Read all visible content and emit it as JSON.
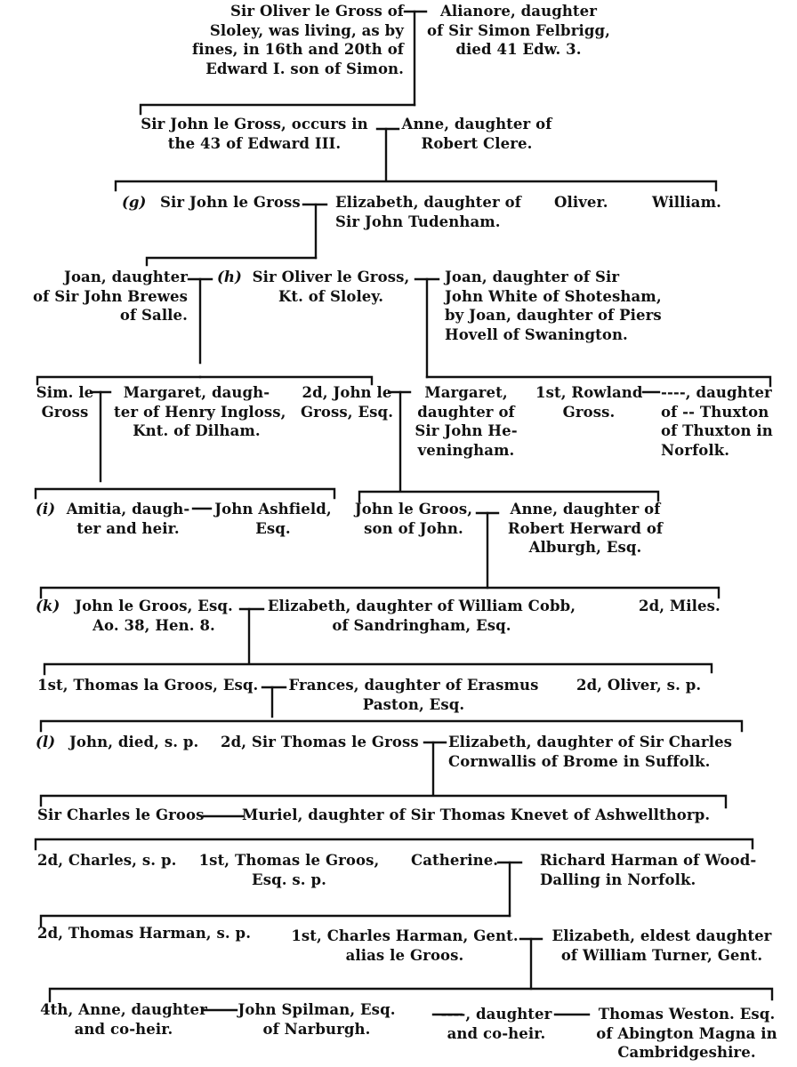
{
  "entries": {
    "oliver1": "Sir Oliver le Gross of\nSloley, was living, as by\nfines, in 16th and 20th of\nEdward I. son of Simon.",
    "alianore": "Alianore, daughter\nof Sir Simon Felbrigg,\ndied 41 Edw. 3.",
    "john1": "Sir John le Gross, occurs in\nthe 43 of Edward III.",
    "anne1": "Anne, daughter of\nRobert Clere.",
    "john2_mark": "(g)",
    "john2": "Sir John le Gross",
    "elizabeth1": "Elizabeth, daughter of\nSir John Tudenham.",
    "oliver_sib": "Oliver.",
    "william": "William.",
    "joan_brewes": "Joan, daughter\nof Sir John Brewes\nof Salle.",
    "oliver2_mark": "(h)",
    "oliver2": "Sir Oliver le Gross,\nKt. of Sloley.",
    "joan_white": "Joan, daughter of Sir\nJohn White of Shotesham,\nby Joan, daughter of Piers\nHovell of Swanington.",
    "sim": "Sim. le\nGross",
    "margaret_ingloss": "Margaret, daugh-\nter of Henry Ingloss,\nKnt. of Dilham.",
    "john_2d": "2d, John le\nGross, Esq.",
    "margaret_heveningham": "Margaret,\ndaughter of\nSir John He-\nveningham.",
    "rowland": "1st, Rowland\nGross.",
    "thuxton": "----, daughter\nof -- Thuxton\nof Thuxton in\nNorfolk.",
    "amitia_mark": "(i)",
    "amitia": "Amitia, daugh-\nter and heir.",
    "ashfield": "John Ashfield,\nEsq.",
    "john_groos1": "John le Groos,\nson of John.",
    "anne_herward": "Anne, daughter of\nRobert Herward of\nAlburgh, Esq.",
    "john_groos2_mark": "(k)",
    "john_groos2": "John le Groos, Esq.\nAo. 38, Hen. 8.",
    "elizabeth_cobb": "Elizabeth, daughter of William Cobb,\nof Sandringham, Esq.",
    "miles": "2d, Miles.",
    "thomas_la_groos": "1st, Thomas la Groos, Esq.",
    "frances": "Frances, daughter of Erasmus\nPaston, Esq.",
    "oliver_sp": "2d, Oliver, s. p.",
    "john_died_mark": "(l)",
    "john_died": "John, died, s. p.",
    "thomas_gross": "2d, Sir Thomas le Gross",
    "elizabeth_cornwallis": "Elizabeth, daughter of Sir Charles\nCornwallis of Brome in Suffolk.",
    "charles_groos": "Sir Charles le Groos",
    "muriel": "Muriel, daughter of Sir Thomas Knevet of Ashwellthorp.",
    "charles_2d": "2d, Charles, s. p.",
    "thomas_1st": "1st, Thomas le Groos,\nEsq. s. p.",
    "catherine": "Catherine.",
    "richard_harman": "Richard Harman of Wood-\nDalling in Norfolk.",
    "thomas_harman": "2d, Thomas Harman, s. p.",
    "charles_harman": "1st, Charles Harman, Gent.\nalias le Groos.",
    "elizabeth_turner": "Elizabeth, eldest daughter\nof William Turner, Gent.",
    "anne_4th": "4th, Anne, daughter\nand co-heir.",
    "spilman": "John Spilman, Esq.\nof Narburgh.",
    "daughter_coheir": "----, daughter\nand co-heir.",
    "weston": "Thomas Weston. Esq.\nof Abington Magna in\nCambridgeshire."
  }
}
